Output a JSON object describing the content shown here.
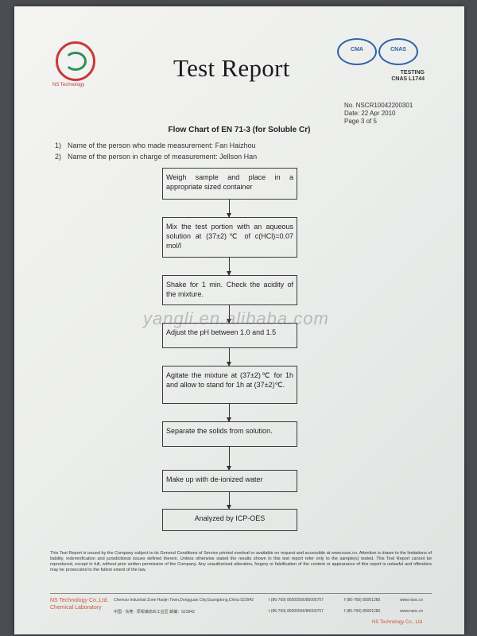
{
  "header": {
    "logo_text": "NS Technology",
    "title": "Test Report",
    "cert_1": "CMA",
    "cert_2": "CNAS",
    "testing_label": "TESTING",
    "cnas_code": "CNAS L1744"
  },
  "meta": {
    "report_no": "No. NSCR10042200301",
    "date": "Date: 22 Apr 2010",
    "page": "Page 3 of 5"
  },
  "chart_title": "Flow Chart of EN 71-3 (for Soluble Cr)",
  "persons": [
    {
      "num": "1)",
      "text": "Name of the person who made measurement: Fan Haizhou"
    },
    {
      "num": "2)",
      "text": "Name of the person in charge of measurement: Jellson Han"
    }
  ],
  "steps": [
    "Weigh sample and place in a appropriate sized container",
    "Mix the test portion with an aqueous solution at (37±2)℃ of c(HCl)=0.07 mol/l",
    "Shake for 1 min. Check the acidity of the mixture.",
    "Adjust the pH between 1.0 and 1.5",
    "Agitate the mixture at (37±2)℃ for 1h and allow to stand for 1h at (37±2)℃.",
    "Separate the solids from solution.",
    "Make up with de-ionized water",
    "Analyzed by ICP-OES"
  ],
  "watermark": "yangli.en.alibaba.com",
  "disclaimer": "This Test Report is issued by the Company subject to its General Conditions of Service printed overleaf or available on request and accessible at www.nsoc.cn. Attention is drawn to the limitations of liability, indemnification and jurisdictional issues defined therein. Unless otherwise stated the results shown in this test report refer only to the sample(s) tested. This Test Report cannot be reproduced, except in full, without prior written permission of the Company. Any unauthorized alteration, forgery or falsification of the content or appearance of this report is unlawful and offenders may be prosecuted to the fullest extent of the law.",
  "footer": {
    "company_en": "NS Technology Co.,Ltd.",
    "lab_en": "Chemical Laboratory",
    "address_en": "Chemao Industrial Zone Haojin Town,Dongguan City,Guangdong,China 523942",
    "address_cn": "中国 · 东莞 · 厚街镇赤岭工业区 邮编：523942",
    "tel_1": "t (86-769) 85005556/85005757",
    "tel_2": "t (86-769) 85005556/85005757",
    "fax_1": "f (86-769) 85001280",
    "fax_2": "f (86-769) 85001280",
    "web_1": "www.nsoc.cn",
    "web_2": "www.nsoc.cn",
    "company_right": "NS Technology Co., Ltd"
  }
}
